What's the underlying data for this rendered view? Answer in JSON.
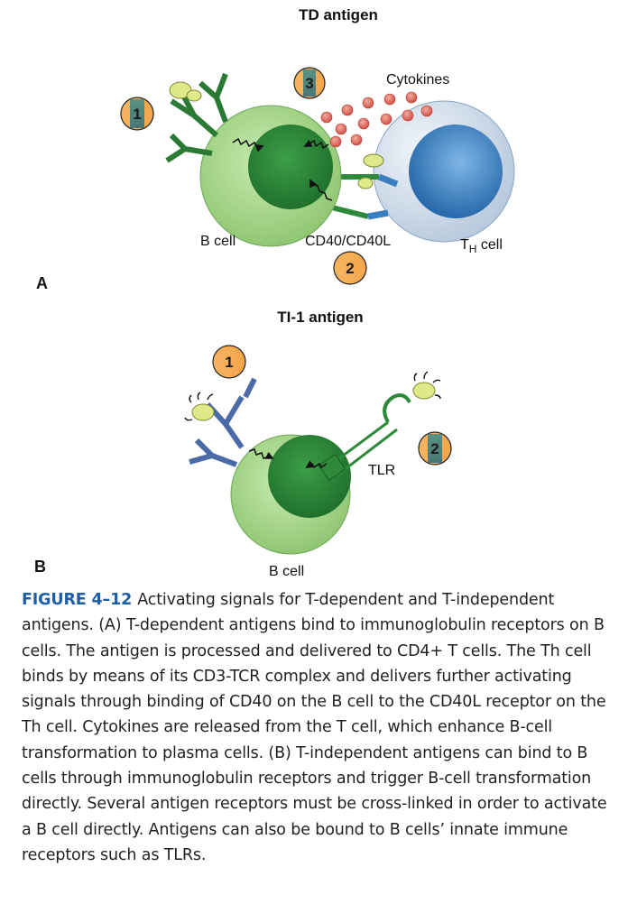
{
  "panel_a": {
    "title": "TD antigen",
    "panel_letter": "A",
    "cytokines_label": "Cytokines",
    "b_cell_label": "B cell",
    "cd40_label": "CD40/CD40L",
    "th_cell_label_main": "T",
    "th_cell_label_sub": "H",
    "th_cell_label_rest": " cell",
    "badges": [
      "1",
      "2",
      "3"
    ]
  },
  "panel_b": {
    "title": "TI-1 antigen",
    "panel_letter": "B",
    "tlr_label": "TLR",
    "b_cell_label": "B cell",
    "badges": [
      "1",
      "2"
    ]
  },
  "caption": {
    "figure_label": "FIGURE 4–12",
    "text": "Activating signals for T-dependent and T-independent antigens. (A) T-dependent antigens bind to immunoglobulin receptors on B cells. The antigen is processed and delivered to CD4+ T cells. The Th cell binds by means of its CD3-TCR complex and delivers further activating signals through binding of CD40 on the B cell to the CD40L receptor on the Th cell. Cytokines are released from the T cell, which enhance B-cell transformation to plasma cells. (B) T-independent antigens can bind to B cells through immunoglobulin receptors and trigger B-cell transformation directly. Several antigen receptors must be cross-linked in order to activate a B cell directly. Antigens can also be bound to B cells’ innate immune receptors such as TLRs."
  },
  "colors": {
    "b_cell_outer": "#a9d78d",
    "b_cell_nucleus": "#2e8a3a",
    "th_cell_outer": "#d6e3f0",
    "th_cell_nucleus": "#2f7cc0",
    "antigen": "#dfe98a",
    "cytokine": "#e07a6e",
    "badge": "#f6b25e",
    "caption_label": "#1c5fa8"
  }
}
